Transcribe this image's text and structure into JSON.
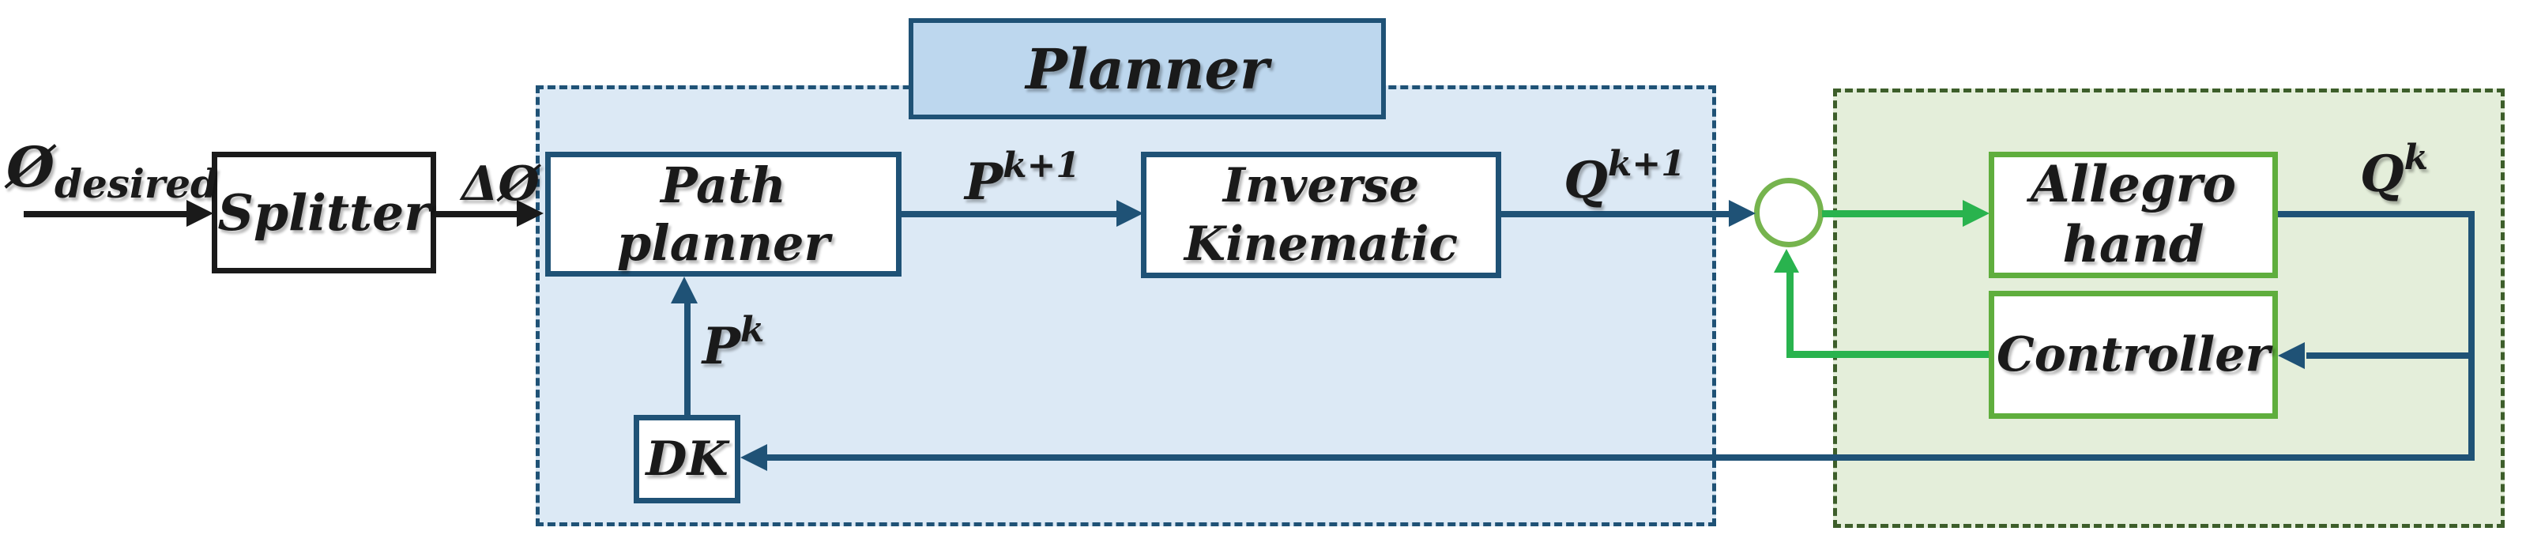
{
  "regions": {
    "planner_title": "Planner"
  },
  "blocks": {
    "splitter": "Splitter",
    "path_planner": "Path planner",
    "inverse_kinematic": {
      "line1": "Inverse",
      "line2": "Kinematic"
    },
    "allegro_hand": {
      "line1": "Allegro",
      "line2": "hand"
    },
    "controller": "Controller",
    "dk": "DK"
  },
  "signals": {
    "input": {
      "base": "Ø",
      "sub": "desired"
    },
    "delta": "ΔØ",
    "p_next": {
      "base": "P",
      "sup": "k+1"
    },
    "q_next": {
      "base": "Q",
      "sup": "k+1"
    },
    "p_current": {
      "base": "P",
      "sup": "k"
    },
    "q_current": {
      "base": "Q",
      "sup": "k"
    }
  },
  "colors": {
    "navy": "#1f5276",
    "black": "#1a1a1a",
    "green_border": "#5fae3d",
    "green_arrow": "#29b34e",
    "ring_green": "#76b44e",
    "dash_green": "#3d5e2a",
    "planner_fill": "#dce9f5",
    "planner_title_fill": "#bdd7ee",
    "hand_fill": "#e4eeda",
    "box_fill": "#ffffff",
    "page_bg": "#ffffff"
  }
}
